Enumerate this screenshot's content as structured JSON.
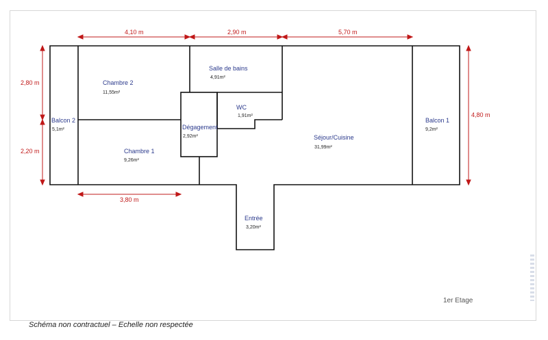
{
  "rooms": {
    "chambre2": {
      "name": "Chambre 2",
      "area": "11,55m²"
    },
    "salle_de_bains": {
      "name": "Salle de bains",
      "area": "4,91m²"
    },
    "wc": {
      "name": "WC",
      "area": "1,91m²"
    },
    "degagement": {
      "name": "Dégagement",
      "area": "2,92m²"
    },
    "balcon2": {
      "name": "Balcon 2",
      "area": "5,1m²"
    },
    "chambre1": {
      "name": "Chambre 1",
      "area": "9,26m²"
    },
    "sejour": {
      "name": "Séjour/Cuisine",
      "area": "31,99m²"
    },
    "balcon1": {
      "name": "Balcon 1",
      "area": "9,2m²"
    },
    "entree": {
      "name": "Entrée",
      "area": "3,20m²"
    }
  },
  "dimensions": {
    "top_left": "4,10 m",
    "top_middle": "2,90 m",
    "top_right": "5,70 m",
    "left_upper": "2,80 m",
    "left_lower": "2,20 m",
    "right_total": "4,80 m",
    "bottom": "3,80 m"
  },
  "floor_label": "1er Etage",
  "disclaimer": "Schéma non contractuel – Echelle non respectée",
  "colors": {
    "wall": "#111111",
    "dimension": "#c01818",
    "room_label": "#2b3a8c"
  }
}
